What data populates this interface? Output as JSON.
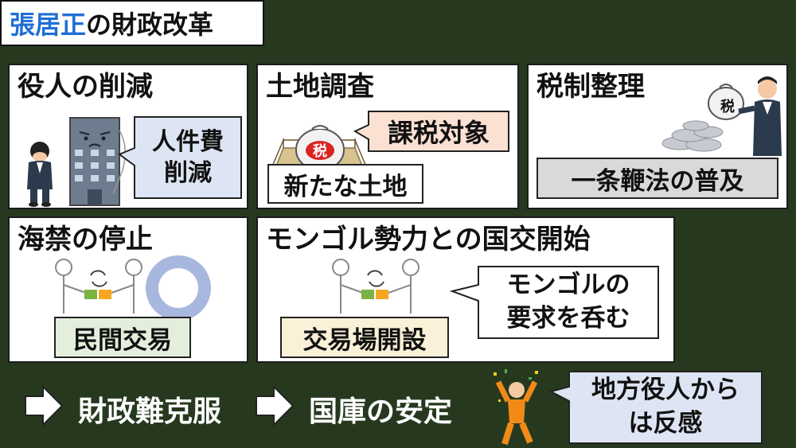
{
  "title": {
    "highlight": "張居正",
    "rest": "の財政改革"
  },
  "panels": {
    "p1": {
      "title": "役人の削減",
      "callout_line1": "人件費",
      "callout_line2": "削減"
    },
    "p2": {
      "title": "土地調査",
      "bag_label": "税",
      "callout": "課税対象",
      "label": "新たな土地"
    },
    "p3": {
      "title": "税制整理",
      "bag_label": "税",
      "label": "一条鞭法の普及"
    },
    "p4": {
      "title": "海禁の停止",
      "label": "民間交易"
    },
    "p5": {
      "title": "モンゴル勢力との国交開始",
      "label": "交易場開設",
      "callout_line1": "モンゴルの",
      "callout_line2": "要求を呑む"
    }
  },
  "flow": {
    "step1": "財政難克服",
    "step2": "国庫の安定"
  },
  "reaction": {
    "line1": "地方役人から",
    "line2": "は反感"
  },
  "colors": {
    "background": "#26391f",
    "title_accent": "#1f6fd6",
    "blue_box": "#dde4f3",
    "peach_box": "#fbe1d2",
    "gray_box": "#d9d9d9",
    "green_box": "#e3efdc",
    "yellow_box": "#fbf0d8",
    "circle": "#a8b7dd"
  },
  "icons": [
    "arrow-right-icon",
    "circle-mark-icon",
    "exchange-icon"
  ]
}
